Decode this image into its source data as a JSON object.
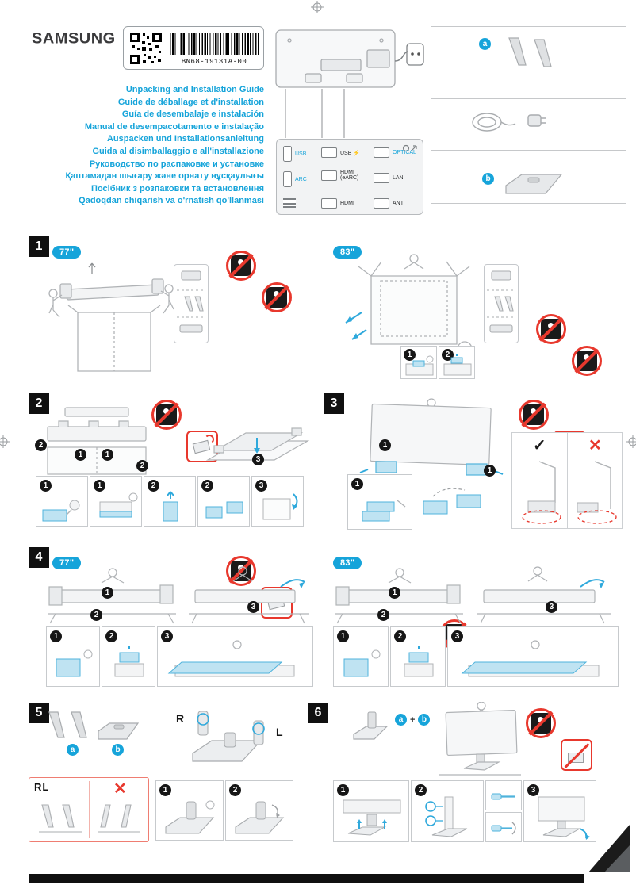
{
  "header": {
    "brand": "SAMSUNG",
    "part_number": "BN68-19131A-00",
    "titles": [
      "Unpacking and Installation Guide",
      "Guide de déballage et d'installation",
      "Guía de desembalaje e instalación",
      "Manual de desempacotamento e instalação",
      "Auspacken und Installationsanleitung",
      "Guida al disimballaggio e all'installazione",
      "Руководство по распаковке и установке",
      "Қаптамадан шығару және орнату нұсқаулығы",
      "Посібник з розпаковки та встановлення",
      "Qadoqdan chiqarish va o'rnatish qo'llanmasi"
    ]
  },
  "ports": {
    "usb": "USB",
    "arc": "ARC",
    "usb_power": "USB ⚡",
    "hdmi_earc": "HDMI (eARC)",
    "hdmi": "HDMI",
    "optical": "OPTICAL",
    "lan": "LAN",
    "ant": "ANT"
  },
  "steps": {
    "one": "1",
    "two": "2",
    "three": "3",
    "four": "4",
    "five": "5",
    "six": "6"
  },
  "sizes": {
    "s77": "77\"",
    "s83": "83\""
  },
  "nums": {
    "n1": "1",
    "n2": "2",
    "n3": "3"
  },
  "letters": {
    "a": "a",
    "b": "b",
    "r": "R",
    "l": "L",
    "rl": "RL",
    "plus": "+"
  },
  "symbols": {
    "check": "✓",
    "cross": "✕"
  },
  "colors": {
    "accent": "#16a4da",
    "warning": "#e8382d"
  }
}
